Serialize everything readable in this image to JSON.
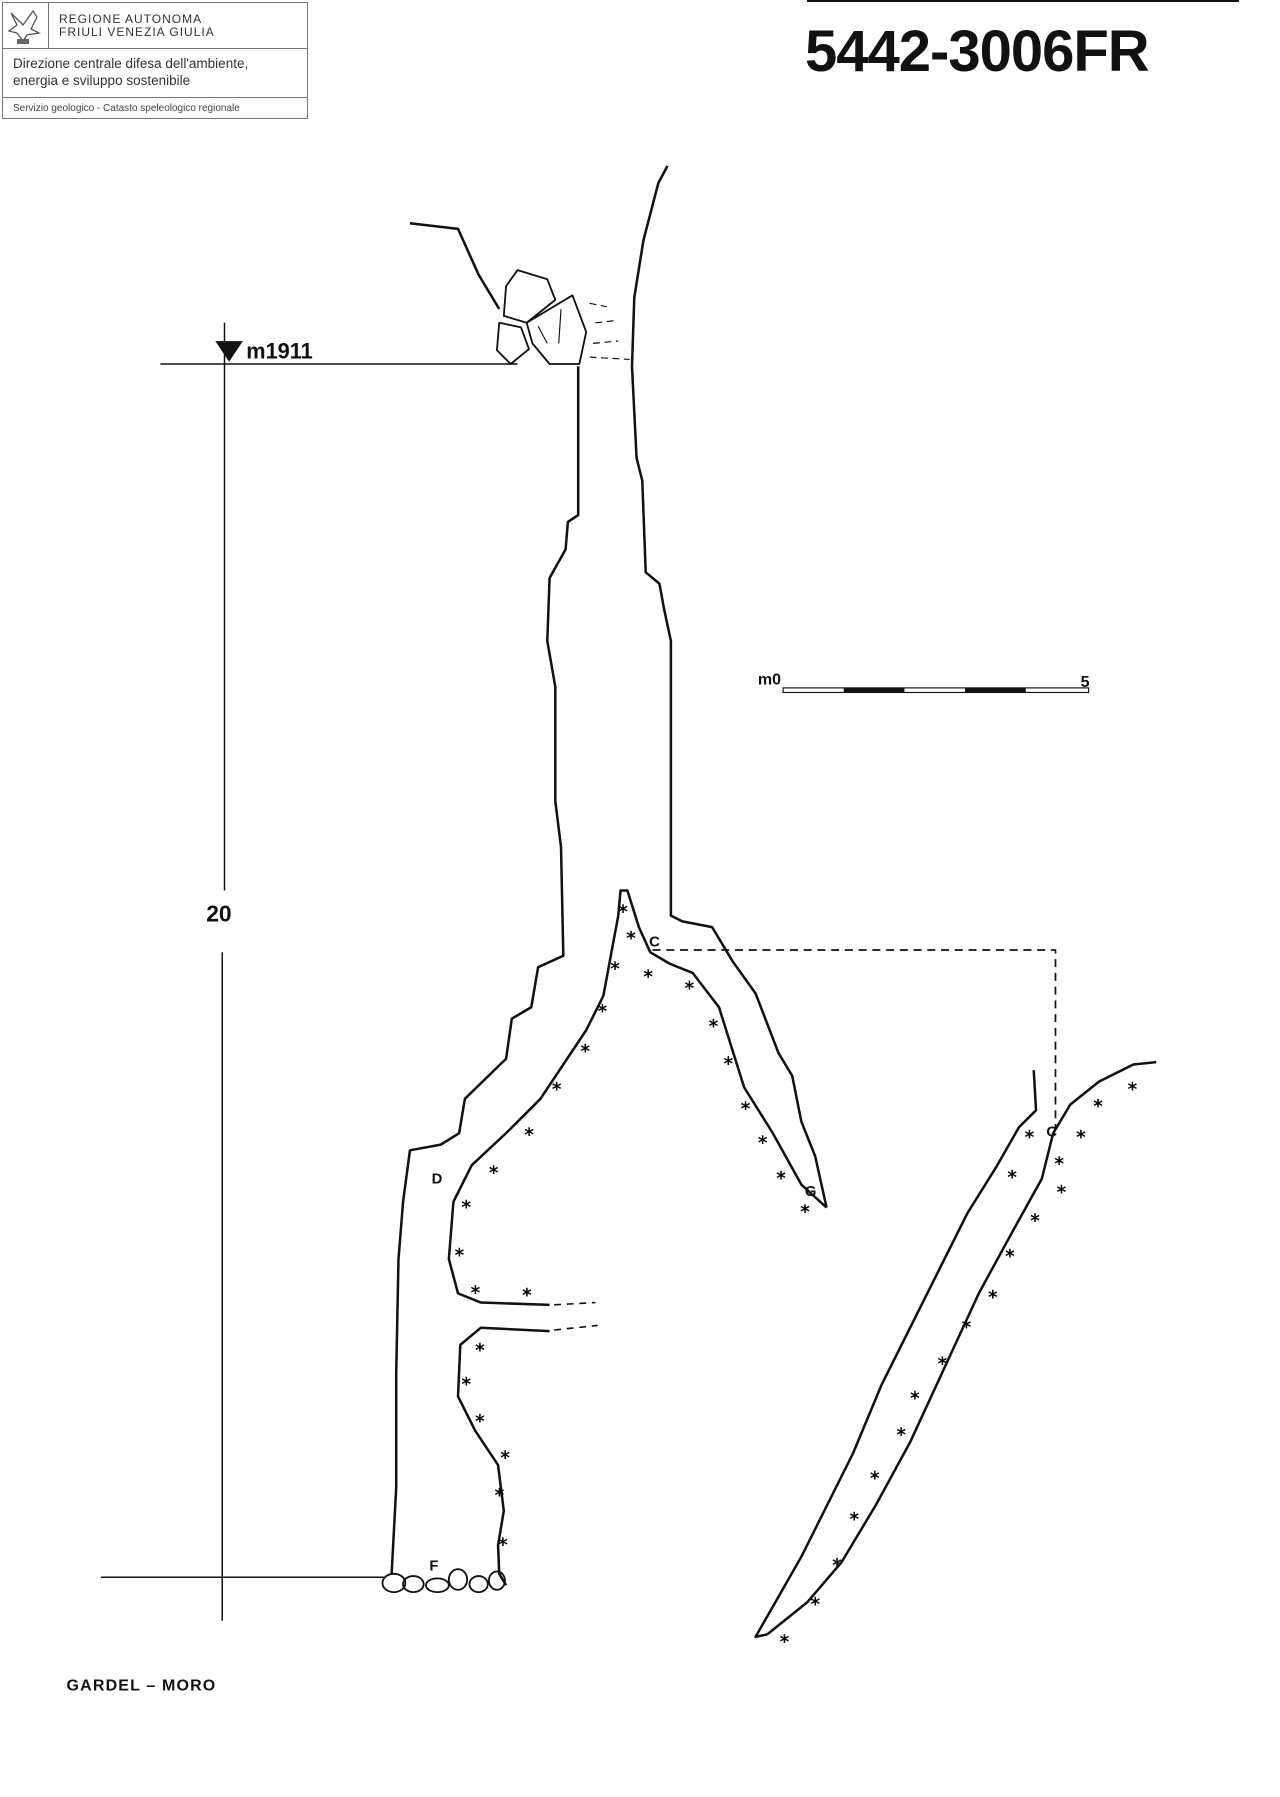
{
  "header": {
    "region_line1": "REGIONE AUTONOMA",
    "region_line2": "FRIULI VENEZIA GIULIA",
    "directorate_line1": "Direzione centrale difesa dell'ambiente,",
    "directorate_line2": "energia e sviluppo sostenibile",
    "service": "Servizio geologico - Catasto speleologico regionale"
  },
  "cave_code": "5442-3006FR",
  "survey": {
    "entrance_altitude": "m1911",
    "depth_label": "20",
    "scale_start": "m0",
    "scale_end": "5",
    "scale_meters": 5,
    "point_labels": {
      "c1": "C",
      "c2": "C",
      "d": "D",
      "f": "F",
      "g": "G"
    },
    "authors": "GARDEL – MORO"
  }
}
